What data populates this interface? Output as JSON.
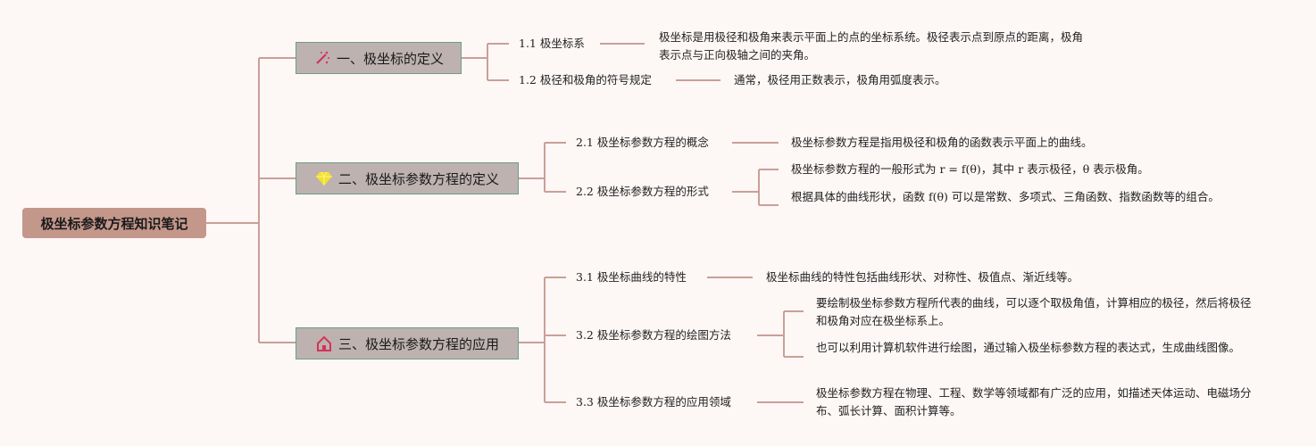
{
  "root": {
    "label": "极坐标参数方程知识笔记"
  },
  "branches": [
    {
      "label": "一、极坐标的定义",
      "icon": "magic-wand-icon",
      "subs": [
        {
          "label": "1.1 极坐标系",
          "leaves": [
            "极坐标是用极径和极角来表示平面上的点的坐标系统。极径表示点到原点的距离，极角表示点与正向极轴之间的夹角。"
          ]
        },
        {
          "label": "1.2 极径和极角的符号规定",
          "leaves": [
            "通常，极径用正数表示，极角用弧度表示。"
          ]
        }
      ]
    },
    {
      "label": "二、极坐标参数方程的定义",
      "icon": "diamond-icon",
      "subs": [
        {
          "label": "2.1 极坐标参数方程的概念",
          "leaves": [
            "极坐标参数方程是指用极径和极角的函数表示平面上的曲线。"
          ]
        },
        {
          "label": "2.2 极坐标参数方程的形式",
          "leaves": [
            "极坐标参数方程的一般形式为 r = f(θ)，其中 r 表示极径，θ 表示极角。",
            "根据具体的曲线形状，函数 f(θ) 可以是常数、多项式、三角函数、指数函数等的组合。"
          ]
        }
      ]
    },
    {
      "label": "三、极坐标参数方程的应用",
      "icon": "home-icon",
      "subs": [
        {
          "label": "3.1 极坐标曲线的特性",
          "leaves": [
            "极坐标曲线的特性包括曲线形状、对称性、极值点、渐近线等。"
          ]
        },
        {
          "label": "3.2 极坐标参数方程的绘图方法",
          "leaves": [
            "要绘制极坐标参数方程所代表的曲线，可以逐个取极角值，计算相应的极径，然后将极径和极角对应在极坐标系上。",
            "也可以利用计算机软件进行绘图，通过输入极坐标参数方程的表达式，生成曲线图像。"
          ]
        },
        {
          "label": "3.3 极坐标参数方程的应用领域",
          "leaves": [
            "极坐标参数方程在物理、工程、数学等领域都有广泛的应用，如描述天体运动、电磁场分布、弧长计算、面积计算等。"
          ]
        }
      ]
    }
  ],
  "colors": {
    "line": "#c9a097",
    "root": "#c4978b",
    "branch": "#bdb2b0",
    "border": "#6e9d86"
  }
}
